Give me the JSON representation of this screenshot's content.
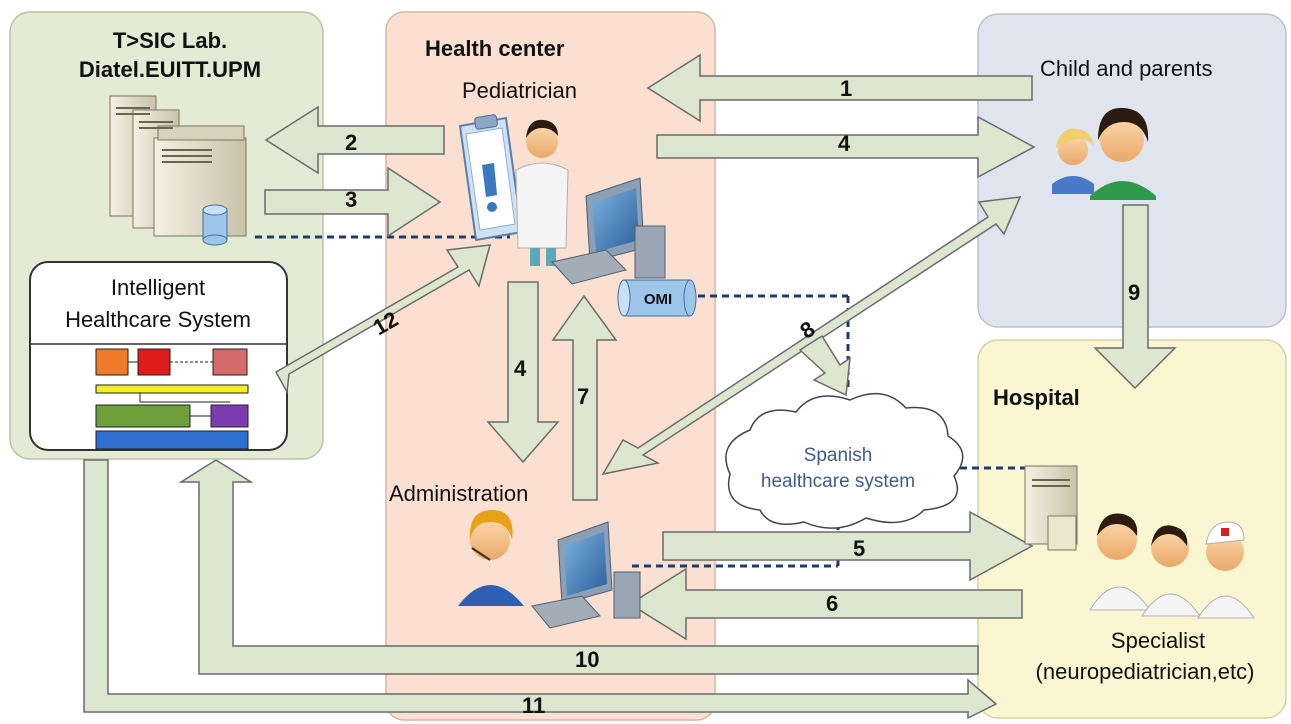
{
  "regions": {
    "lab": {
      "title_line1": "T>SIC Lab.",
      "title_line2": "Diatel.EUITT.UPM"
    },
    "health_center": {
      "title": "Health center",
      "pediatrician": "Pediatrician",
      "administration": "Administration"
    },
    "child": {
      "title": "Child and parents"
    },
    "hospital": {
      "title": "Hospital",
      "specialist_line1": "Specialist",
      "specialist_line2": "(neuropediatrician,etc)"
    },
    "ihs": {
      "line1": "Intelligent",
      "line2": "Healthcare System"
    },
    "omi": "OMI",
    "cloud": {
      "line1": "Spanish",
      "line2": "healthcare system"
    }
  },
  "arrows": {
    "a1": "1",
    "a2": "2",
    "a3": "3",
    "a4_top": "4",
    "a4_down": "4",
    "a5": "5",
    "a6": "6",
    "a7": "7",
    "a8": "8",
    "a9": "9",
    "a10": "10",
    "a11": "11",
    "a12": "12"
  },
  "colors": {
    "lab_bg": "#e3ebd5",
    "health_bg": "#fbe0d2",
    "child_bg": "#dfe4ef",
    "hospital_bg": "#fbf6d2",
    "arrow_fill": "#dde6cf",
    "arrow_stroke": "#6b6b6b",
    "cloud_text": "#3f5d8c",
    "dashed": "#1f3b6e"
  },
  "icons": [
    "server-rack-icon",
    "database-icon",
    "clipboard-icon",
    "doctor-icon",
    "computer-icon",
    "omi-database-icon",
    "child-parent-icon",
    "receptionist-icon",
    "server-icon",
    "specialists-icon",
    "cloud-icon"
  ]
}
